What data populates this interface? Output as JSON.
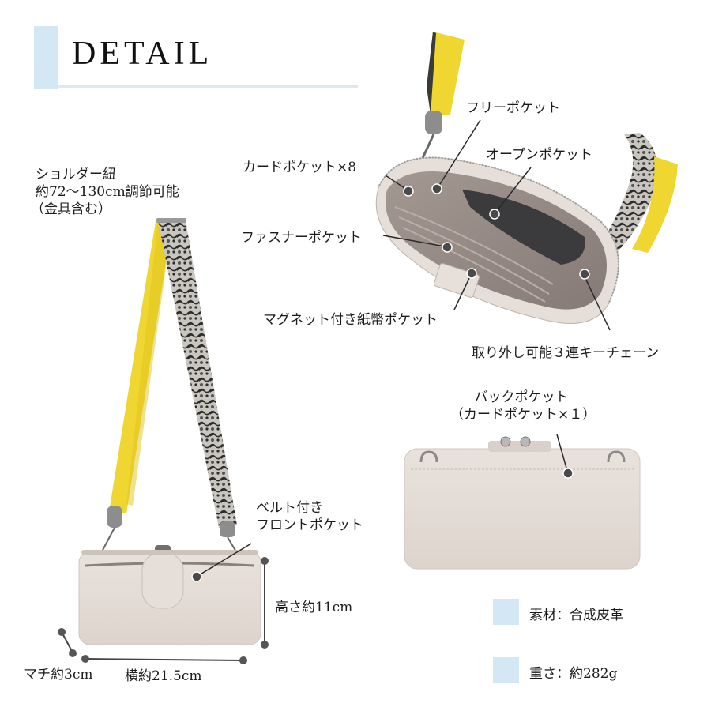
{
  "header": {
    "title": "DETAIL"
  },
  "colors": {
    "accent_blue": "#d3e8f4",
    "bag_body": "#e3dbd5",
    "bag_interior": "#8e847f",
    "strap_yellow": "#f0d630",
    "strap_snake_dark": "#2c2c2c",
    "strap_snake_light": "#c9c6bf",
    "leader_line": "#2a2a2a"
  },
  "front_view": {
    "strap_label": [
      "ショルダー紐",
      "約72～130cm調節可能",
      "（金具含む）"
    ],
    "front_pocket_label": [
      "ベルト付き",
      "フロントポケット"
    ],
    "dimensions": {
      "height": "高さ約11cm",
      "width": "横約21.5cm",
      "depth": "マチ約3cm"
    }
  },
  "interior_view": {
    "labels": {
      "free_pocket": "フリーポケット",
      "card_pocket": "カードポケット×8",
      "open_pocket": "オープンポケット",
      "zipper_pocket": "ファスナーポケット",
      "bill_pocket": "マグネット付き紙幣ポケット",
      "key_chain": "取り外し可能３連キーチェーン"
    }
  },
  "back_view": {
    "label": [
      "バックポケット",
      "（カードポケット×１）"
    ]
  },
  "specs": [
    {
      "label": "素材：合成皮革"
    },
    {
      "label": "重さ：約282g"
    }
  ]
}
